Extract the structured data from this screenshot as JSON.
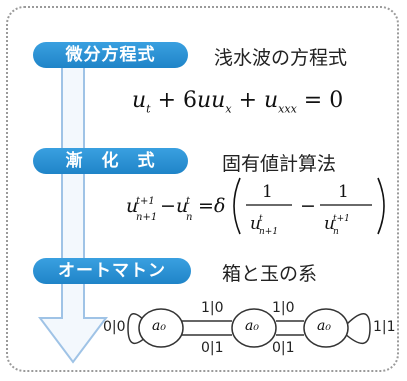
{
  "rows": [
    {
      "label": "微分方程式",
      "description": "浅水波の方程式"
    },
    {
      "label": "漸　化　式",
      "description": "固有値計算法"
    },
    {
      "label": "オートマトン",
      "description": "箱と玉の系"
    }
  ],
  "equations": {
    "kdv": "u_t + 6uu_x + u_xxx = 0",
    "recurrence": "u_{n+1}^{t+1} − u_n^t = δ(1/u_{n+1}^t − 1/u_n^{t+1})"
  },
  "automaton": {
    "state_label": "a₀",
    "left_loop": "0|0",
    "right_loop": "1|1",
    "top_edges": [
      "1|0",
      "1|0"
    ],
    "bottom_edges": [
      "0|1",
      "0|1"
    ]
  },
  "colors": {
    "pill": "#2b92d6",
    "arrow_stroke": "#9fc3e6"
  }
}
